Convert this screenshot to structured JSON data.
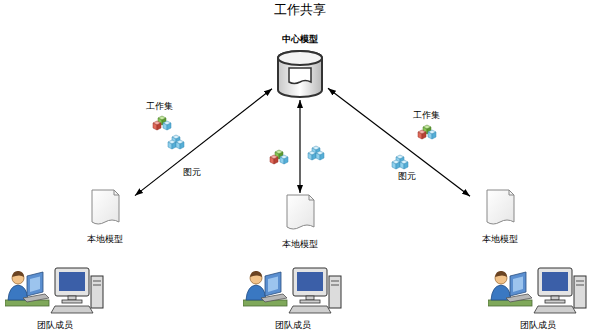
{
  "diagram": {
    "title": "工作共享",
    "nodes": [
      {
        "text": [
          "中心模型"
        ]
      },
      {
        "text": [
          "本地模型"
        ]
      },
      {
        "text": [
          "本地模型"
        ]
      },
      {
        "text": [
          "本地模型"
        ]
      },
      {
        "text": [
          "团队成员"
        ]
      },
      {
        "text": [
          "团队成员"
        ]
      },
      {
        "text": [
          "团队成员"
        ]
      }
    ],
    "edges": [
      {
        "from": 0,
        "to": 1,
        "arrow": "both"
      },
      {
        "from": 0,
        "to": 2,
        "arrow": "both"
      },
      {
        "from": 0,
        "to": 3,
        "arrow": "both"
      }
    ],
    "labels": [
      "工作集",
      "图元",
      "工作集",
      "图元"
    ]
  }
}
